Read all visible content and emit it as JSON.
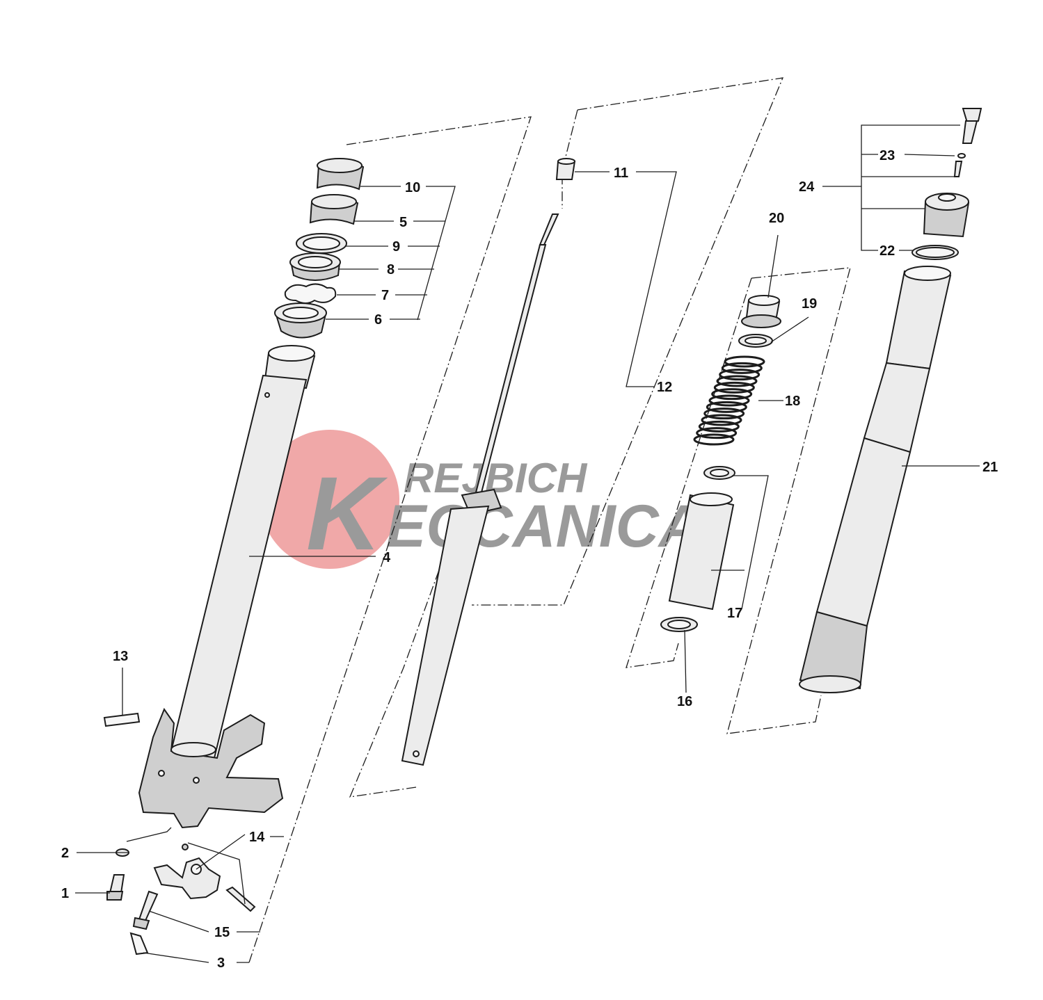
{
  "watermark": {
    "line1": "REJBICH",
    "line2": "ECCANICA",
    "letter": "K",
    "circle_color": "#f0a8a8",
    "text_color": "#9a9a9a"
  },
  "callouts": {
    "c1": "1",
    "c2": "2",
    "c3": "3",
    "c4": "4",
    "c5": "5",
    "c6": "6",
    "c7": "7",
    "c8": "8",
    "c9": "9",
    "c10": "10",
    "c11": "11",
    "c12": "12",
    "c13": "13",
    "c14": "14",
    "c15": "15",
    "c16": "16",
    "c17": "17",
    "c18": "18",
    "c19": "19",
    "c20": "20",
    "c21": "21",
    "c22": "22",
    "c23": "23",
    "c24": "24"
  }
}
